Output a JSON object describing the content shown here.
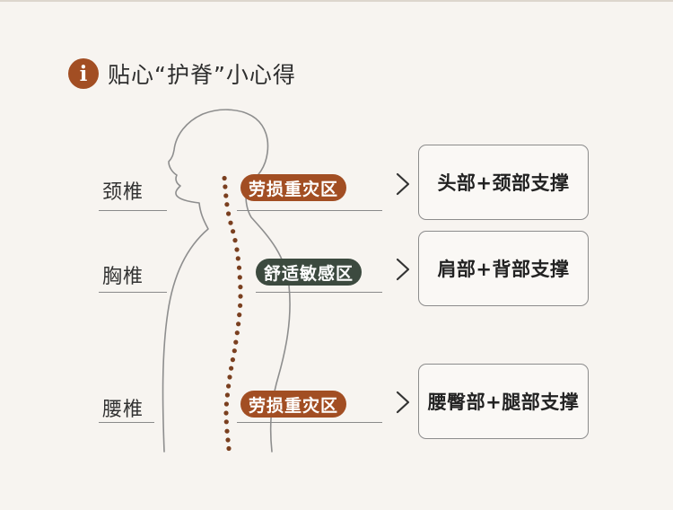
{
  "header": {
    "icon_glyph": "i",
    "icon_name": "info-icon",
    "title": "贴心“护脊”小心得"
  },
  "colors": {
    "accent_brown": "#a24e23",
    "accent_green": "#3c4a3f",
    "spine_dots": "#7a3f1f",
    "outline": "#8e8e8e"
  },
  "sections": [
    {
      "label": "颈椎",
      "zone": "劳损重灾区",
      "zone_color": "#a24e23",
      "support": "头部+颈部支撑",
      "chevron_icon": "chevron-right-icon"
    },
    {
      "label": "胸椎",
      "zone": "舒适敏感区",
      "zone_color": "#3c4a3f",
      "support": "肩部+背部支撑",
      "chevron_icon": "chevron-right-icon"
    },
    {
      "label": "腰椎",
      "zone": "劳损重灾区",
      "zone_color": "#a24e23",
      "support": "腰臀部+腿部支撑",
      "chevron_icon": "chevron-right-icon"
    }
  ]
}
